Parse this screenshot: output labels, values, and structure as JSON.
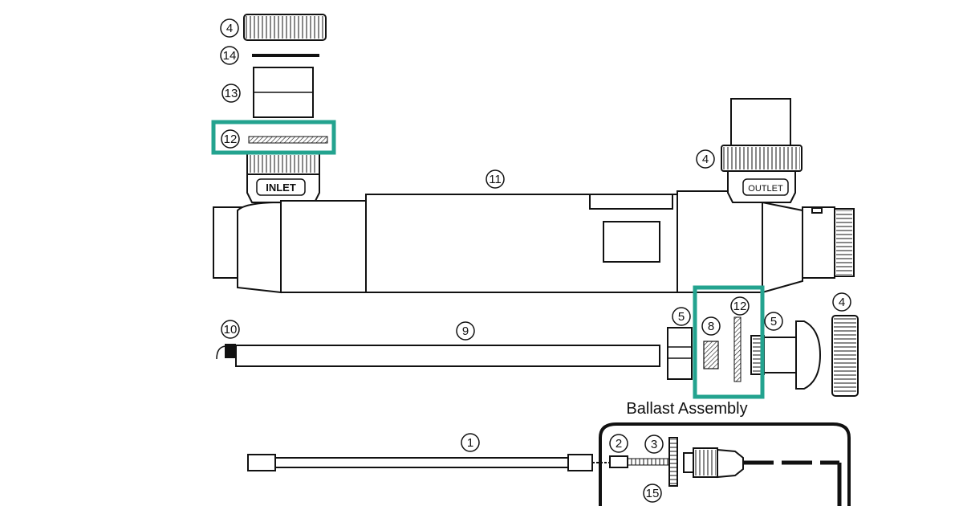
{
  "labels": {
    "inlet": "INLET",
    "outlet": "OUTLET",
    "ballast_title": "Ballast Assembly"
  },
  "callouts": {
    "c4a": "4",
    "c14": "14",
    "c13": "13",
    "c12a": "12",
    "c11": "11",
    "c4b": "4",
    "c5a": "5",
    "c12b": "12",
    "c8": "8",
    "c5b": "5",
    "c4c": "4",
    "c10": "10",
    "c9": "9",
    "c1": "1",
    "c2": "2",
    "c3": "3",
    "c15": "15"
  },
  "colors": {
    "highlight": "#23a38f",
    "line": "#111111"
  }
}
